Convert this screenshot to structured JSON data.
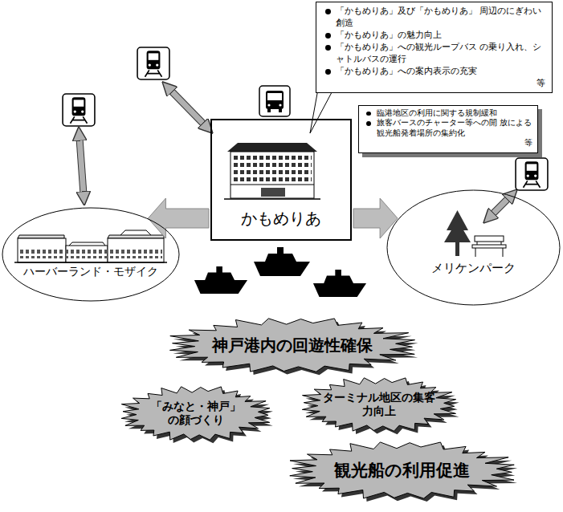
{
  "diagram": {
    "nodes": [
      {
        "text": [
          "「かもめりあ」及び「かもめりあ」 周辺のにぎわい創造",
          "「かもめりあ」の魅力向上",
          "「かもめりあ」への観光ループバス の乗り入れ、シャトルバスの運行",
          "「かもめりあ」への案内表示の充実",
          "等"
        ]
      },
      {
        "text": [
          "臨港地区の利用に関する規制緩和",
          "旅客バースのチャーター等への開 放による観光船発着場所の集約化",
          "等"
        ]
      },
      {
        "text": [
          "かもめりあ"
        ]
      },
      {
        "text": [
          "ハーバーランド・モザイク"
        ]
      },
      {
        "text": [
          "メリケンパーク"
        ]
      },
      {
        "text": [
          "神戸港内の回遊性確保"
        ]
      },
      {
        "text": [
          "「みなと・神戸」 の顔づくり"
        ]
      },
      {
        "text": [
          "ターミナル地区の集客 力向上"
        ]
      },
      {
        "text": [
          "観光船の利用促進"
        ]
      }
    ],
    "edges": [
      {
        "from": 2,
        "to": 3,
        "arrow": "to"
      },
      {
        "from": 2,
        "to": 4,
        "arrow": "to"
      }
    ]
  }
}
